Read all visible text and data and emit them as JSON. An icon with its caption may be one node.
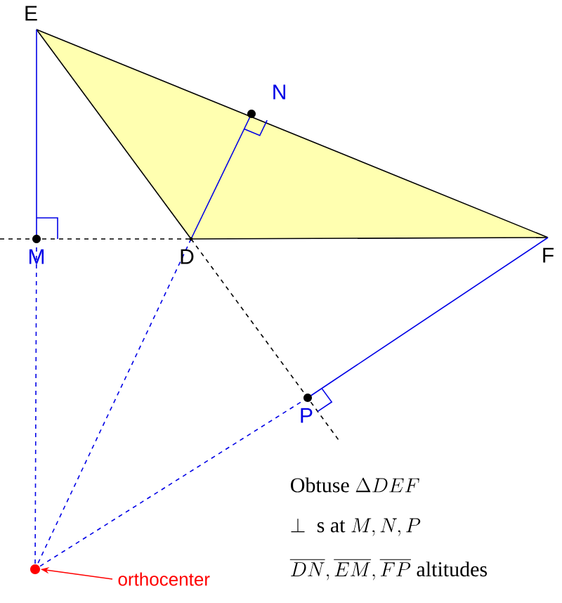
{
  "diagram": {
    "nodes": [
      {
        "text": [
          "orthocenter"
        ]
      },
      {
        "text": [],
        "shape": "circle"
      }
    ],
    "edges": [
      {
        "from": 0,
        "to": 1,
        "arrow": "to",
        "color": "#ff0000"
      }
    ],
    "labels": [
      "E",
      "N",
      "M",
      "D",
      "F",
      "P",
      "\\text{Obtuse }\\Delta DEF",
      "\\perp\\text{ s at }M,N,P",
      "\\overline{DN},\\overline{EM},\\overline{FP}\\text{ altitudes}"
    ]
  }
}
